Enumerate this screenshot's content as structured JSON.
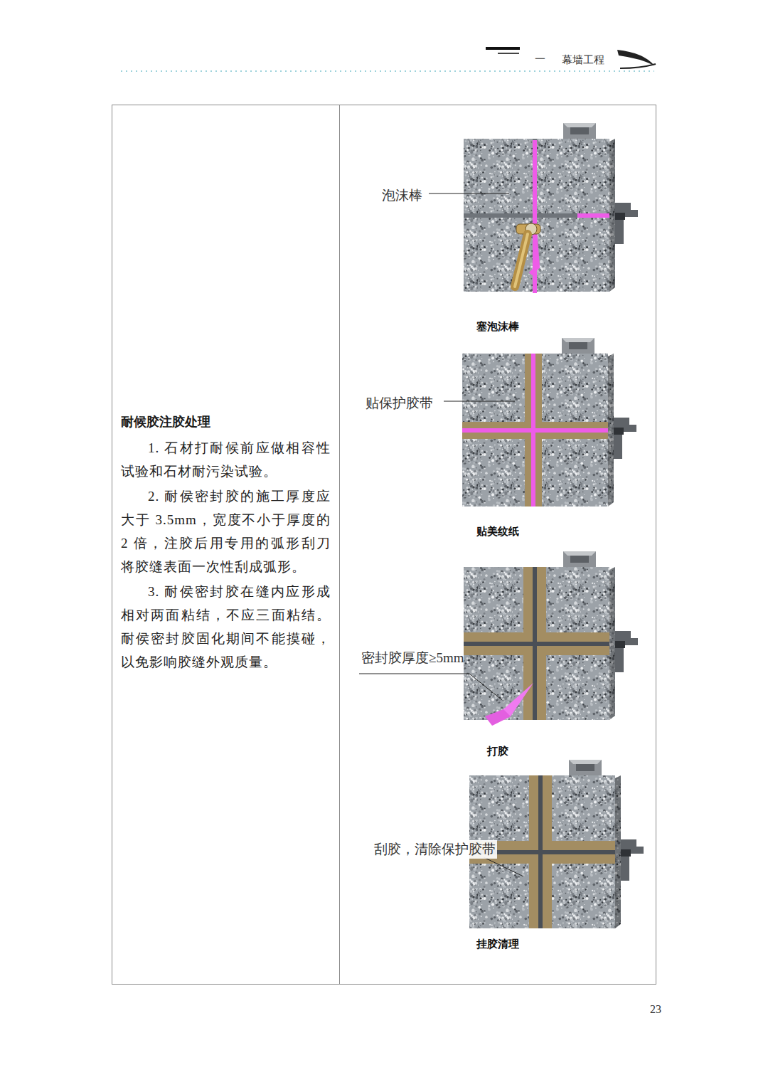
{
  "diagram": {
    "nodes": [
      {
        "text": [
          "耐候胶注胶处理",
          "1. 石材打耐候前应做相容性试验和石材耐污染试验。",
          "2. 耐侯密封胶的施工厚度应大于 3.5mm，宽度不小于厚度的 2 倍，注胶后用专用的弧形刮刀将胶缝表面一次性刮成弧形。",
          "3. 耐侯密封胶在缝内应形成相对两面粘结，不应三面粘结。耐侯密封胶固化期间不能摸碰， 以免影响胶缝外观质量。"
        ]
      }
    ],
    "labels": [
      "一",
      "幕墙工程",
      "泡沫棒",
      "塞泡沫棒",
      "贴保护胶带",
      "贴美纹纸",
      "密封胶厚度≥5mm",
      "打胶",
      "刮胶，清除保护胶带",
      "挂胶清理",
      "23"
    ]
  }
}
